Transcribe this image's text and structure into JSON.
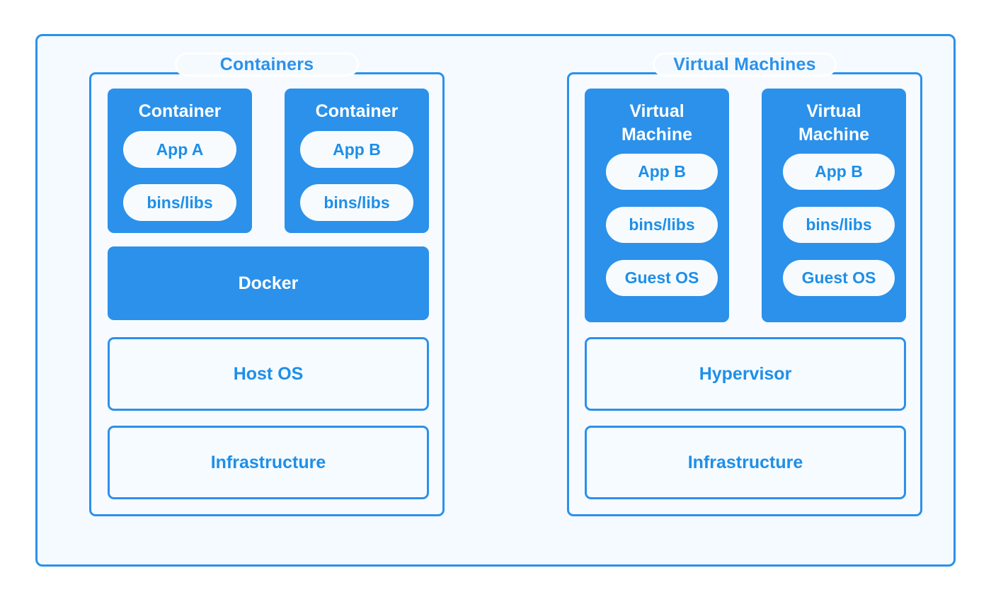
{
  "colors": {
    "accent_blue": "#2b91ea",
    "text_blue": "#1e8fe8",
    "panel_background": "#f4faff",
    "pill_background": "#f7fbfe",
    "page_background": "#ffffff"
  },
  "diagram": {
    "title_left": "Containers",
    "title_right": "Virtual Machines"
  },
  "containers": {
    "title": "Containers",
    "boxes": [
      {
        "title": "Container",
        "app": "App A",
        "bins": "bins/libs"
      },
      {
        "title": "Container",
        "app": "App B",
        "bins": "bins/libs"
      }
    ],
    "engine": "Docker",
    "host_os": "Host OS",
    "infrastructure": "Infrastructure"
  },
  "virtual_machines": {
    "title": "Virtual Machines",
    "boxes": [
      {
        "title": "Virtual Machine",
        "app": "App B",
        "bins": "bins/libs",
        "guest_os": "Guest OS"
      },
      {
        "title": "Virtual Machine",
        "app": "App B",
        "bins": "bins/libs",
        "guest_os": "Guest OS"
      }
    ],
    "hypervisor": "Hypervisor",
    "infrastructure": "Infrastructure"
  }
}
